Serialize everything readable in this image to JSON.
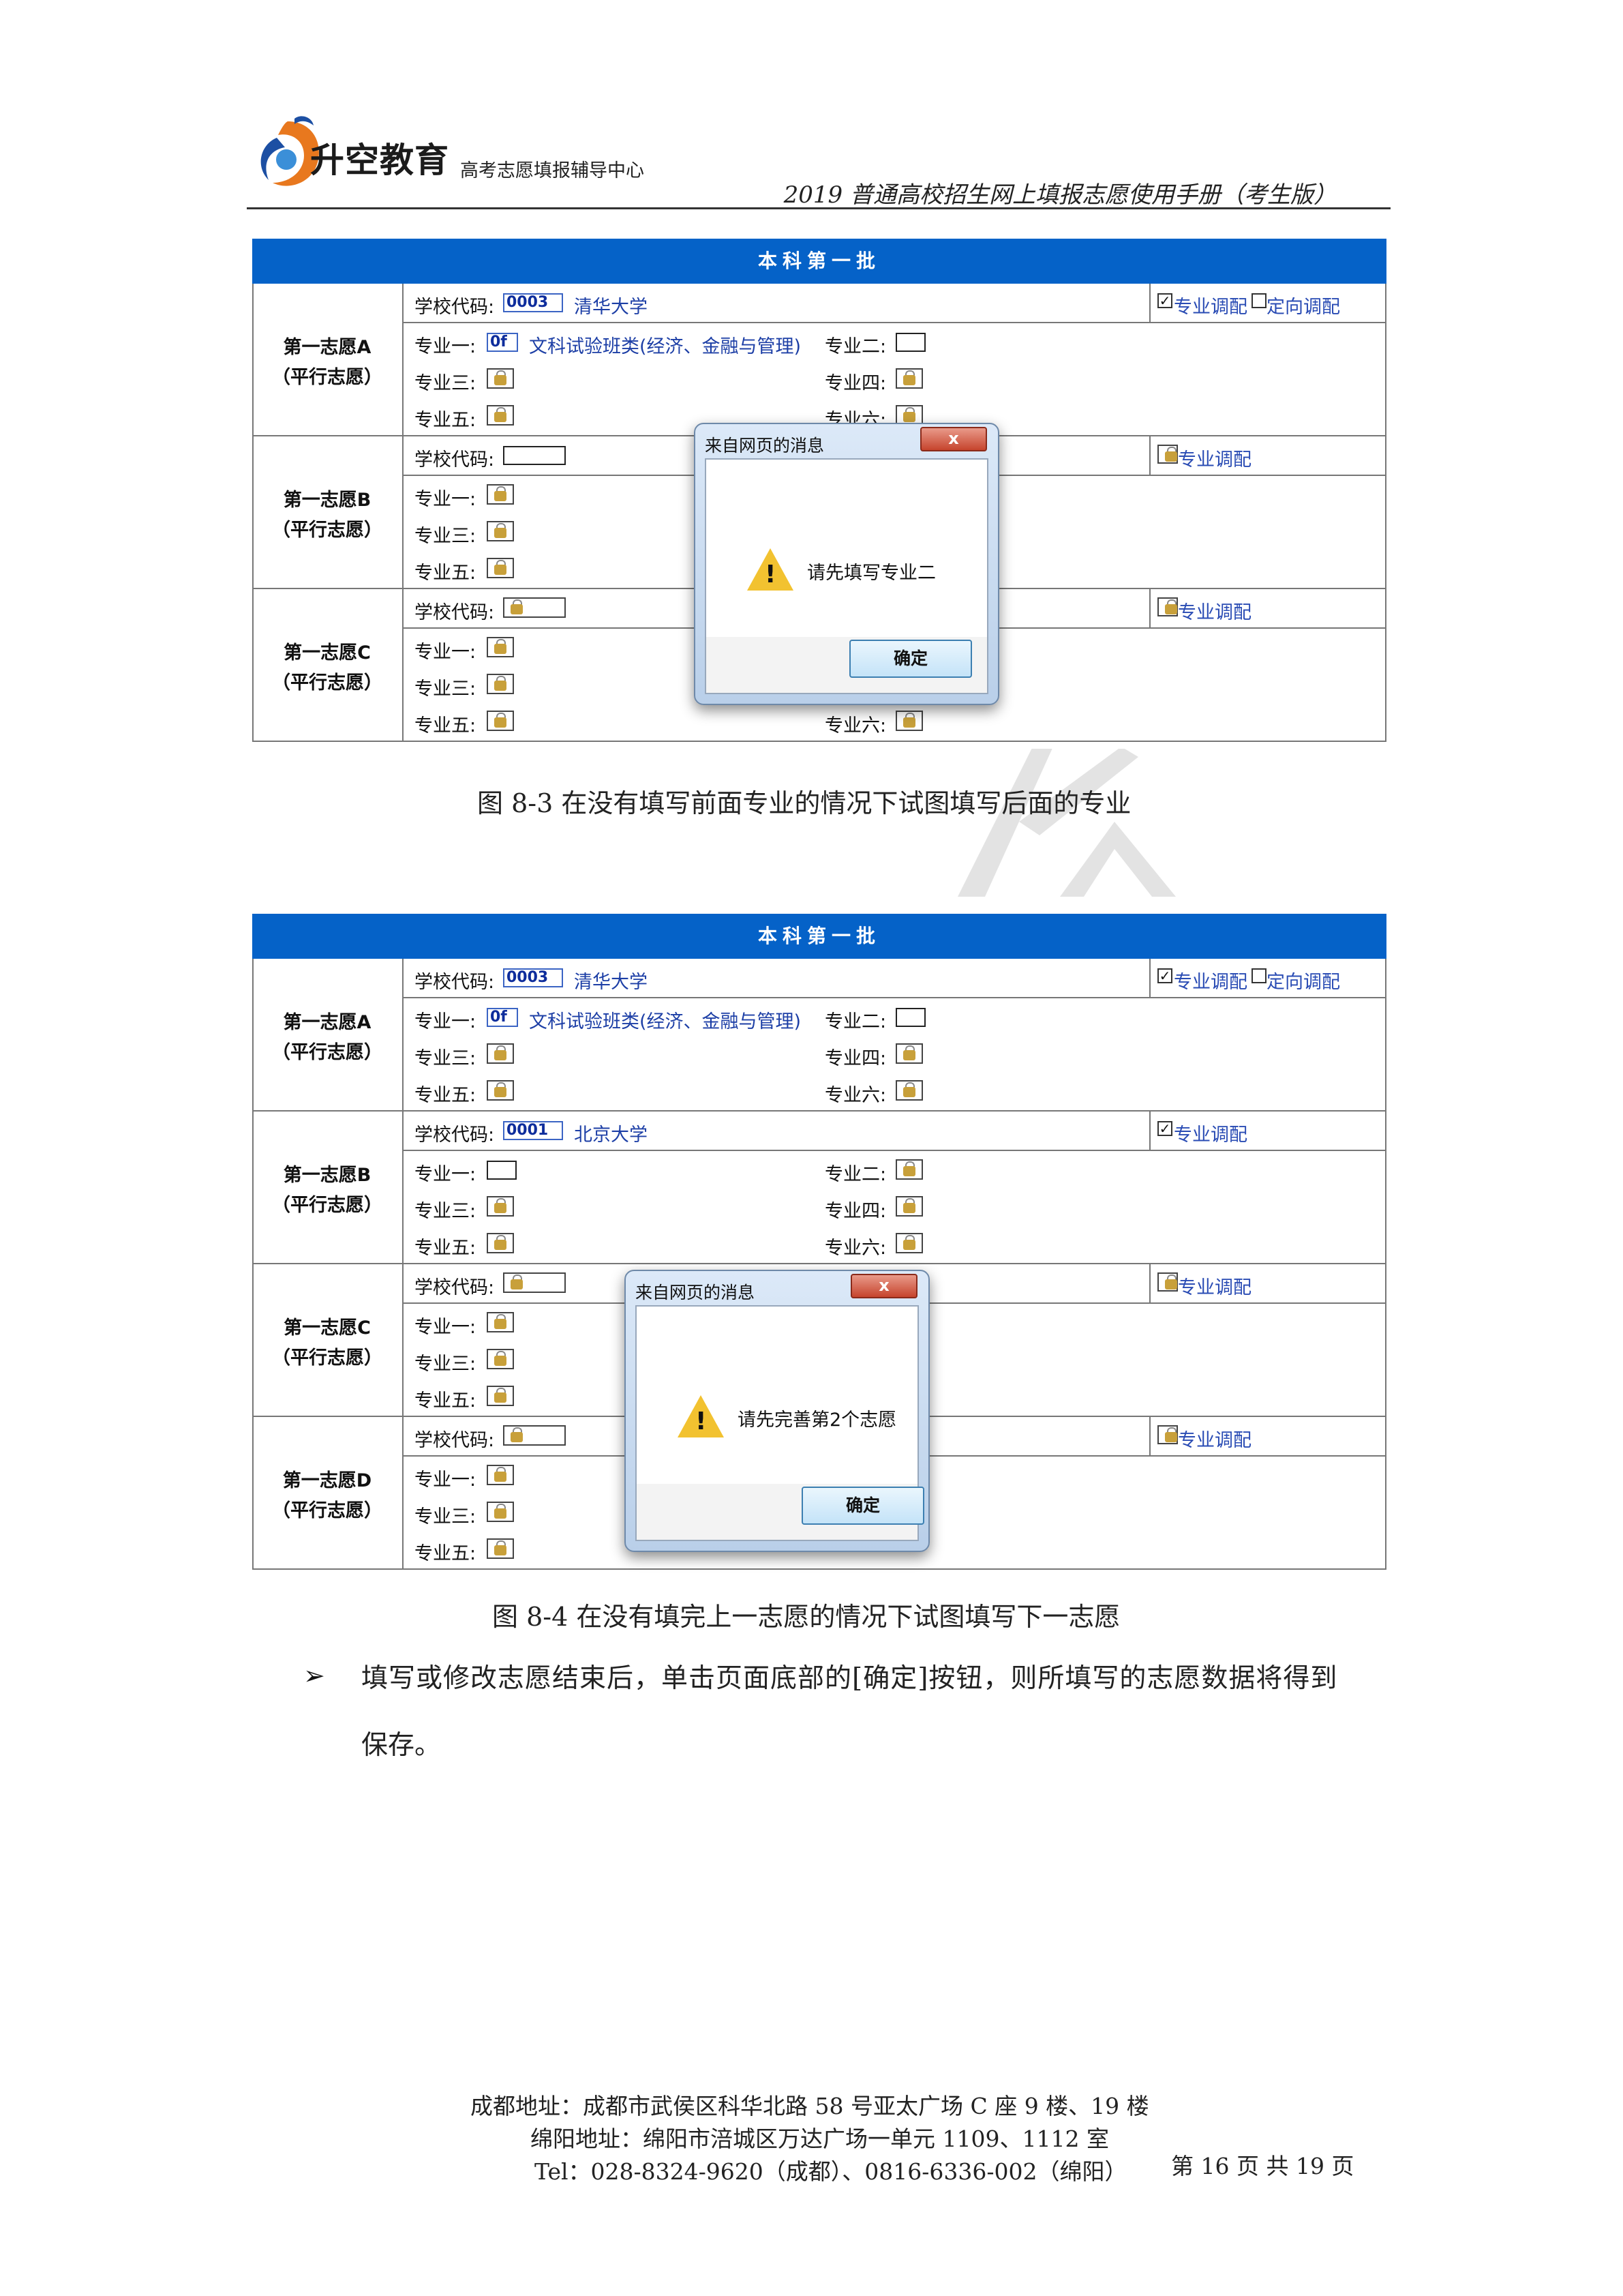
{
  "header": {
    "brand_name": "升空教育",
    "brand_sub": "高考志愿填报辅导中心",
    "doc_title": "2019 普通高校招生网上填报志愿使用手册（考生版）"
  },
  "table_header": "本科第一批",
  "labels": {
    "school_code": "学校代码:",
    "m1": "专业一:",
    "m2": "专业二:",
    "m3": "专业三:",
    "m4": "专业四:",
    "m5": "专业五:",
    "m6": "专业六:",
    "adjust": "专业调配",
    "directed": "定向调配",
    "parallel": "（平行志愿）"
  },
  "fig1": {
    "blocks": [
      {
        "name": "第一志愿A",
        "code": "0003",
        "school": "清华大学",
        "major1_code": "0f",
        "major1_name": "文科试验班类(经济、金融与管理)"
      },
      {
        "name": "第一志愿B"
      },
      {
        "name": "第一志愿C"
      }
    ],
    "dialog": {
      "title": "来自网页的消息",
      "close": "x",
      "message": "请先填写专业二",
      "ok": "确定"
    },
    "caption": "图 8-3   在没有填写前面专业的情况下试图填写后面的专业"
  },
  "fig2": {
    "blocks": [
      {
        "name": "第一志愿A",
        "code": "0003",
        "school": "清华大学",
        "major1_code": "0f",
        "major1_name": "文科试验班类(经济、金融与管理)"
      },
      {
        "name": "第一志愿B",
        "code": "0001",
        "school": "北京大学"
      },
      {
        "name": "第一志愿C"
      },
      {
        "name": "第一志愿D"
      }
    ],
    "dialog": {
      "title": "来自网页的消息",
      "close": "x",
      "message": "请先完善第2个志愿",
      "ok": "确定"
    },
    "caption": "图 8-4   在没有填完上一志愿的情况下试图填写下一志愿"
  },
  "bullet": {
    "symbol": "➢",
    "text": "填写或修改志愿结束后，单击页面底部的[确定]按钮，则所填写的志愿数据将得到",
    "continuation": "保存。"
  },
  "footer": {
    "chengdu": "成都地址：成都市武侯区科华北路 58 号亚太广场 C 座 9 楼、19 楼",
    "mianyang": "绵阳地址：绵阳市涪城区万达广场一单元 1109、1112 室",
    "tel": "Tel：028-8324-9620（成都）、0816-6336-002（绵阳）",
    "page": "第 16 页 共 19 页"
  },
  "colors": {
    "table_header_bg": "#0562c8",
    "dialog_close": "#c6442d",
    "warning": "#f2c230"
  }
}
